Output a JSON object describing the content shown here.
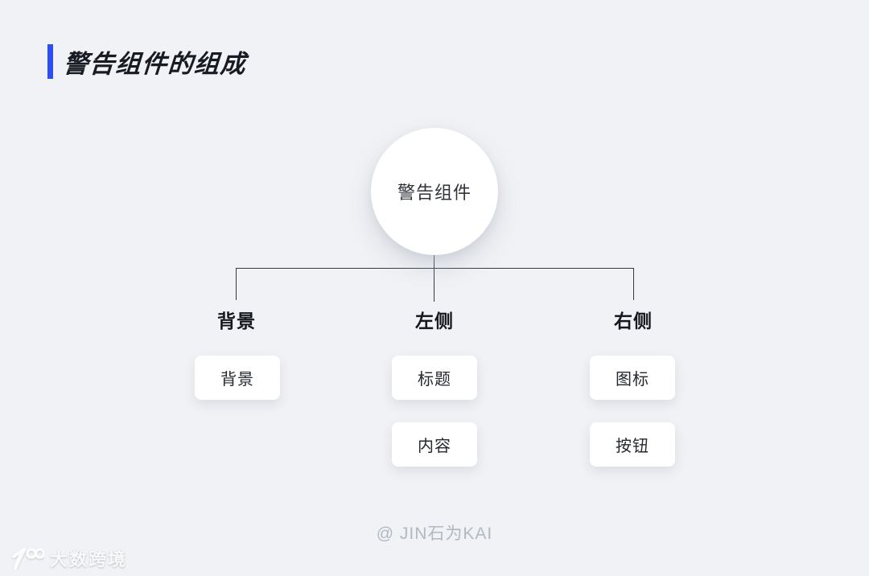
{
  "title": {
    "text": "警告组件的组成"
  },
  "diagram": {
    "root_label": "警告组件",
    "branches": [
      {
        "label": "背景",
        "children": [
          "背景"
        ]
      },
      {
        "label": "左侧",
        "children": [
          "标题",
          "内容"
        ]
      },
      {
        "label": "右侧",
        "children": [
          "图标",
          "按钮"
        ]
      }
    ]
  },
  "footer": {
    "credit": "@ JIN石为KAI"
  },
  "watermark": {
    "brand": "大数跨境",
    "logo": "10100-logo"
  },
  "colors": {
    "accent_blue": "#2B4EF5",
    "background": "#F1F2F5",
    "card_background": "#FFFFFF",
    "connector_line": "#35373C",
    "text_primary": "#16181F",
    "text_muted": "#B4B8C1"
  }
}
